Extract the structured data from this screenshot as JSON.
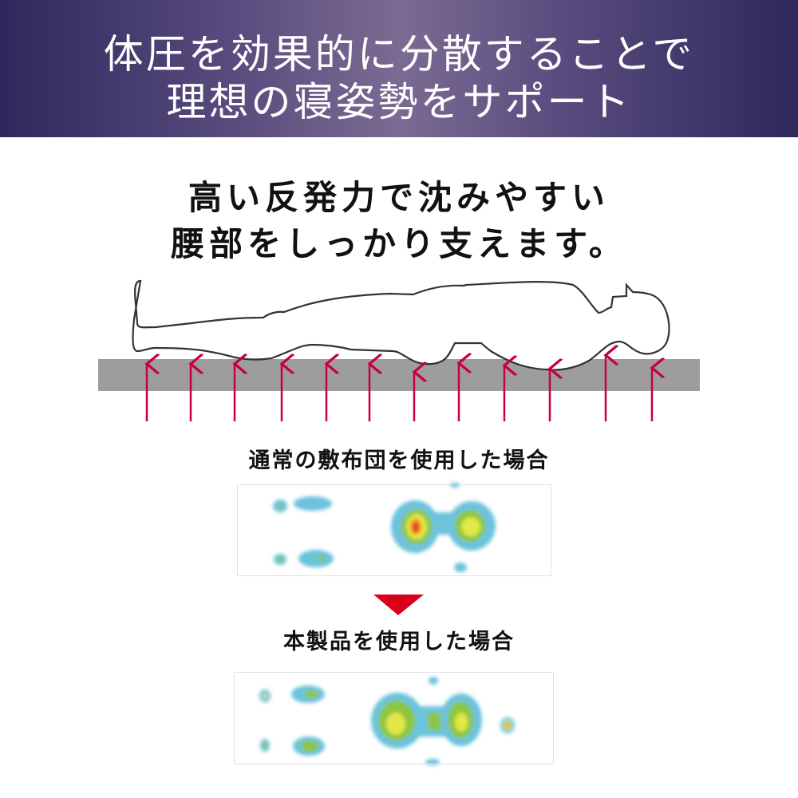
{
  "banner": {
    "line1": "体圧を効果的に分散することで",
    "line2": "理想の寝姿勢をサポート"
  },
  "headline": {
    "line1": "高い反発力で沈みやすい",
    "line2": "腰部をしっかり支えます。"
  },
  "comparison": {
    "before_label": "通常の敷布団を使用した場合",
    "after_label": "本製品を使用した場合"
  },
  "colors": {
    "banner_dark": "#2e285c",
    "banner_light": "#7b6b93",
    "arrow_red": "#c8003c",
    "triangle_red": "#d9001b",
    "mattress_gray": "#9d9d9e",
    "heat_blue": "#6cc3dc",
    "heat_green": "#8cc63f",
    "heat_yellow": "#e3e84a",
    "heat_red": "#e8391e"
  }
}
